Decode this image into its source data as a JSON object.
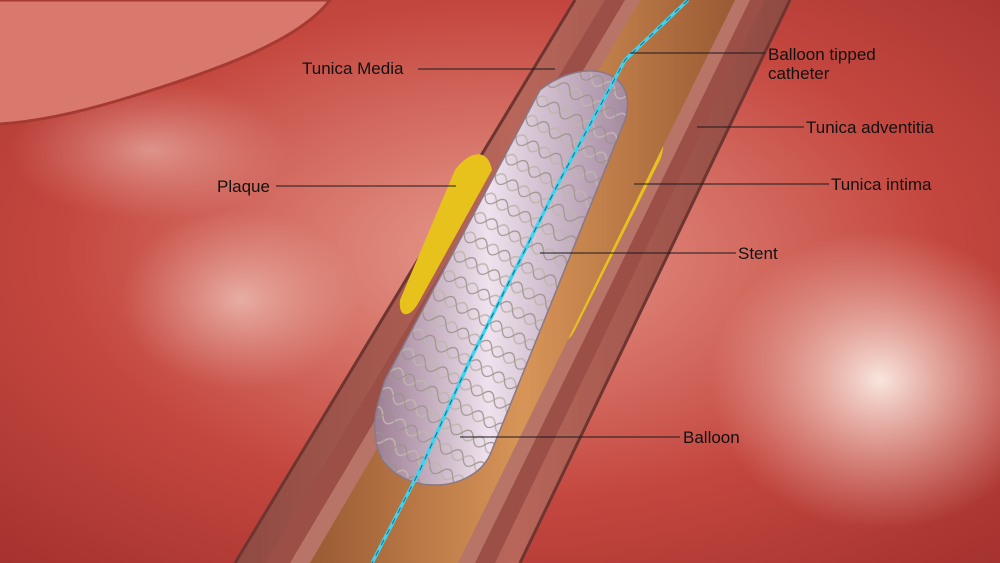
{
  "labels": {
    "tunica_media": "Tunica Media",
    "balloon_tipped_catheter": [
      "Balloon tipped",
      "catheter"
    ],
    "tunica_adventitia": "Tunica adventitia",
    "plaque": "Plaque",
    "tunica_intima": "Tunica intima",
    "stent": "Stent",
    "balloon": "Balloon"
  },
  "colors": {
    "tissue": "#c0443f",
    "tissue_highlight": "#f3d4c8",
    "vessel_wall": "#a8574c",
    "lumen": "#c77f47",
    "plaque": "#e8c21c",
    "balloon": "#d9c2d6",
    "stent_wire": "#b0a9a3",
    "guidewire": "#3fd3ee",
    "leader_line": "#1a1a1a"
  }
}
